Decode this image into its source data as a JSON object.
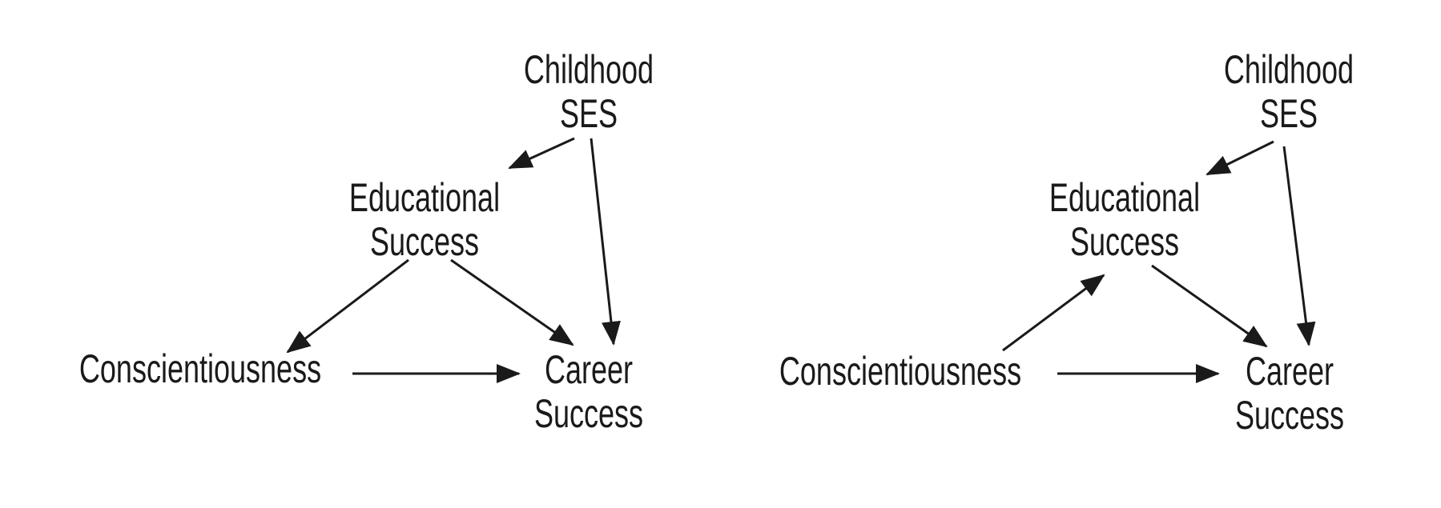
{
  "colors": {
    "background": "#ffffff",
    "ink": "#1a1a1a"
  },
  "panels": [
    {
      "name": "left-diagram",
      "nodes": {
        "childhood_ses": {
          "line1": "Childhood",
          "line2": "SES"
        },
        "educational_success": {
          "line1": "Educational",
          "line2": "Success"
        },
        "conscientiousness": {
          "line1": "Conscientiousness"
        },
        "career_success": {
          "line1": "Career",
          "line2": "Success"
        }
      },
      "edges": [
        {
          "from": "childhood_ses",
          "to": "educational_success"
        },
        {
          "from": "childhood_ses",
          "to": "career_success"
        },
        {
          "from": "educational_success",
          "to": "conscientiousness"
        },
        {
          "from": "educational_success",
          "to": "career_success"
        },
        {
          "from": "conscientiousness",
          "to": "career_success"
        }
      ]
    },
    {
      "name": "right-diagram",
      "nodes": {
        "childhood_ses": {
          "line1": "Childhood",
          "line2": "SES"
        },
        "educational_success": {
          "line1": "Educational",
          "line2": "Success"
        },
        "conscientiousness": {
          "line1": "Conscientiousness"
        },
        "career_success": {
          "line1": "Career",
          "line2": "Success"
        }
      },
      "edges": [
        {
          "from": "childhood_ses",
          "to": "educational_success"
        },
        {
          "from": "childhood_ses",
          "to": "career_success"
        },
        {
          "from": "conscientiousness",
          "to": "educational_success"
        },
        {
          "from": "educational_success",
          "to": "career_success"
        },
        {
          "from": "conscientiousness",
          "to": "career_success"
        }
      ]
    }
  ]
}
